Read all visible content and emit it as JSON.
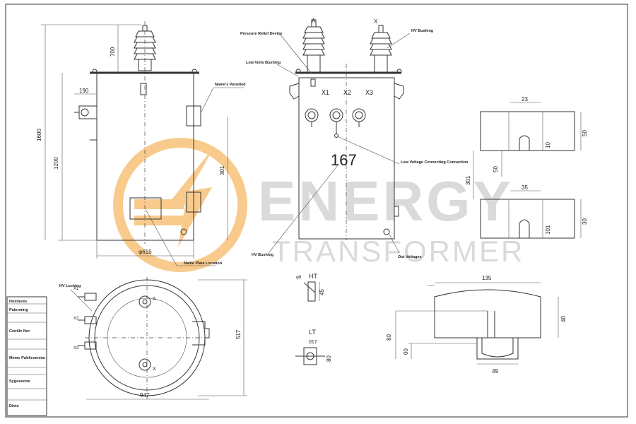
{
  "callouts": {
    "pressure_relief": "Pressure Relief Device",
    "hv_bushing_top": "HV Bushing",
    "lv_bushing": "Low Volts Bushing",
    "name_panel": "Name's Panelled",
    "lv_connection": "Low Voltage Connecting Connection",
    "hv_bushing_front": "HV Bushing",
    "out_voltage": "Out Voltages",
    "name_plate": "Name Plate Location",
    "hv_locking": "HV Locking"
  },
  "terminals": {
    "a": "A",
    "x": "X",
    "x1": "X1",
    "x2": "X2",
    "x3": "X3",
    "top_a": "A",
    "top_x": "X",
    "side_x1": "X1",
    "side_x2": "X2",
    "side_x3": "X3"
  },
  "front_number": "167",
  "dimensions": {
    "d700": "700",
    "d190": "190",
    "d1600": "1600",
    "d1200": "1200",
    "d301": "301",
    "d616": "φ616",
    "d23": "23",
    "d50a": "50",
    "d10": "10",
    "d50b": "50",
    "d301b": "301",
    "d35": "35",
    "d30": "30",
    "d101": "101",
    "dphi8": "φ8",
    "d45": "45",
    "d017": "017",
    "d80": "80",
    "d135": "135",
    "d40": "40",
    "d80b": "80",
    "d00": "00",
    "d49": "49",
    "d517": "517",
    "d947": "947"
  },
  "detail_labels": {
    "ht": "HT",
    "lt": "LT"
  },
  "title_block": [
    "Hololures",
    "Patenning",
    "Centile Nor",
    "Meme Publicsenion",
    "Sygoeoone",
    "Diots"
  ],
  "watermark": {
    "line1": "ENERGY",
    "line2": "TRANSFORMER",
    "orange": "#f7c27a",
    "grey": "#d4d4d4"
  }
}
